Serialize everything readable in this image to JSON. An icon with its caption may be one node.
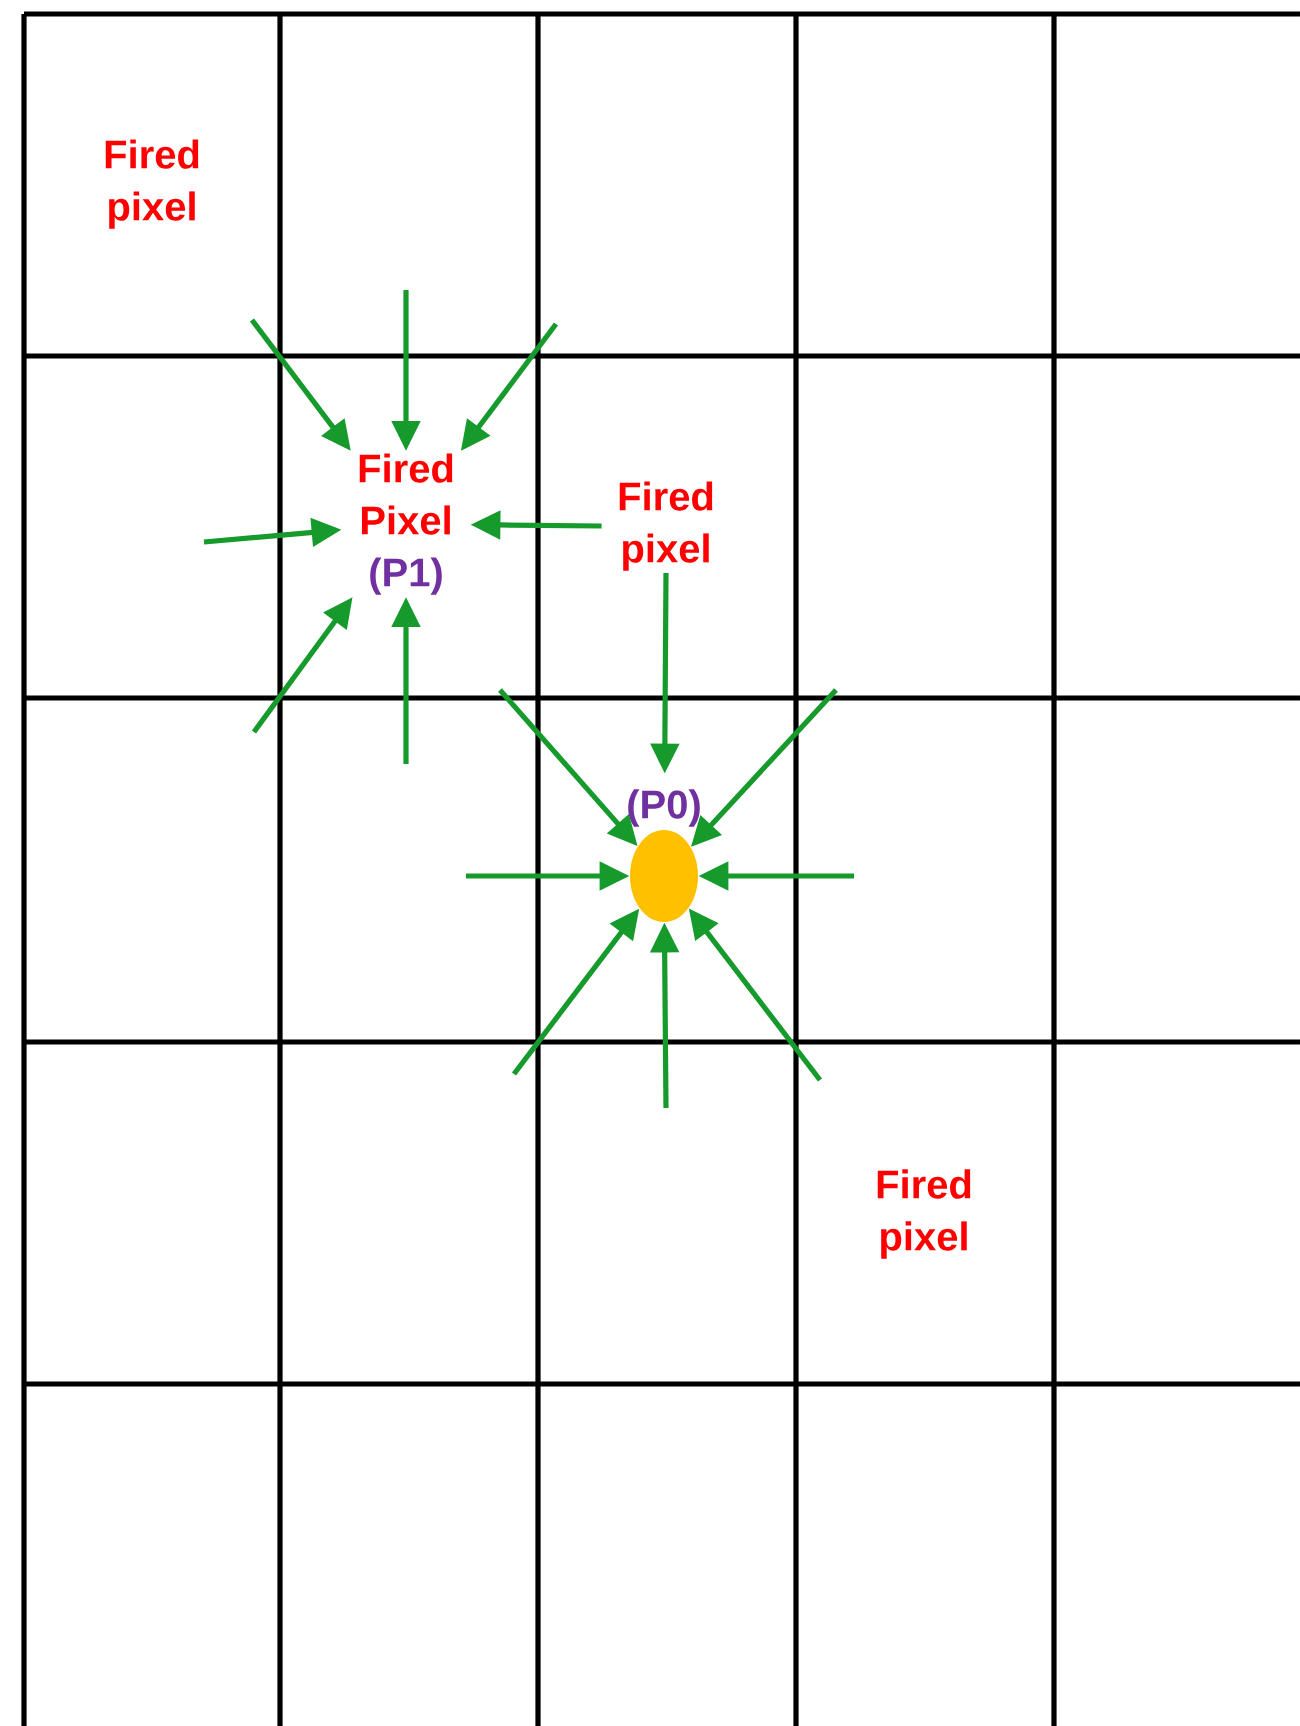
{
  "diagram": {
    "nodes": [
      {
        "text": [
          "Fired Pixel",
          "(P1)"
        ]
      },
      {
        "text": [
          "Fired pixel"
        ]
      },
      {
        "text": [],
        "shape": "circle",
        "beside": [
          "(P0)"
        ]
      }
    ],
    "edges": [
      {
        "from": 1,
        "to": 0,
        "arrow": "to"
      },
      {
        "from": null,
        "to": 0,
        "arrow": "to"
      },
      {
        "from": null,
        "to": 0,
        "arrow": "to"
      },
      {
        "from": null,
        "to": 0,
        "arrow": "to"
      },
      {
        "from": null,
        "to": 0,
        "arrow": "to"
      },
      {
        "from": null,
        "to": 0,
        "arrow": "to"
      },
      {
        "from": null,
        "to": 0,
        "arrow": "to"
      },
      {
        "from": 1,
        "to": 2,
        "arrow": "to"
      },
      {
        "from": null,
        "to": 2,
        "arrow": "to"
      },
      {
        "from": null,
        "to": 2,
        "arrow": "to"
      },
      {
        "from": null,
        "to": 2,
        "arrow": "to"
      },
      {
        "from": null,
        "to": 2,
        "arrow": "to"
      },
      {
        "from": null,
        "to": 2,
        "arrow": "to"
      },
      {
        "from": null,
        "to": 2,
        "arrow": "to"
      },
      {
        "from": null,
        "to": 2,
        "arrow": "to"
      }
    ],
    "labels": [
      "Fired pixel",
      "Fired pixel"
    ]
  }
}
